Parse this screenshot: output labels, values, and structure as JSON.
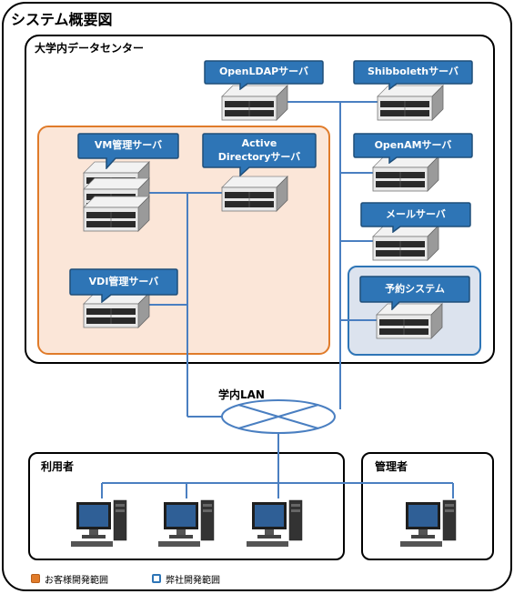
{
  "title": "システム概要図",
  "datacenter": {
    "label": "大学内データセンター"
  },
  "servers": {
    "openldap": "OpenLDAPサーバ",
    "shibboleth": "Shibbolethサーバ",
    "vm": "VM管理サーバ",
    "ad_line1": "Active",
    "ad_line2": "Directoryサーバ",
    "openam": "OpenAMサーバ",
    "mail": "メールサーバ",
    "vdi": "VDI管理サーバ",
    "reservation": "予約システム"
  },
  "network": {
    "lan_label": "学内LAN"
  },
  "users": {
    "label": "利用者"
  },
  "admins": {
    "label": "管理者"
  },
  "legend": {
    "customer": "お客様開発範囲",
    "ours": "弊社開発範囲"
  },
  "colors": {
    "customer_scope": "#e07b2a",
    "ours_scope": "#2e75b6",
    "callout": "#2e75b6",
    "line": "#4a7fc1"
  }
}
